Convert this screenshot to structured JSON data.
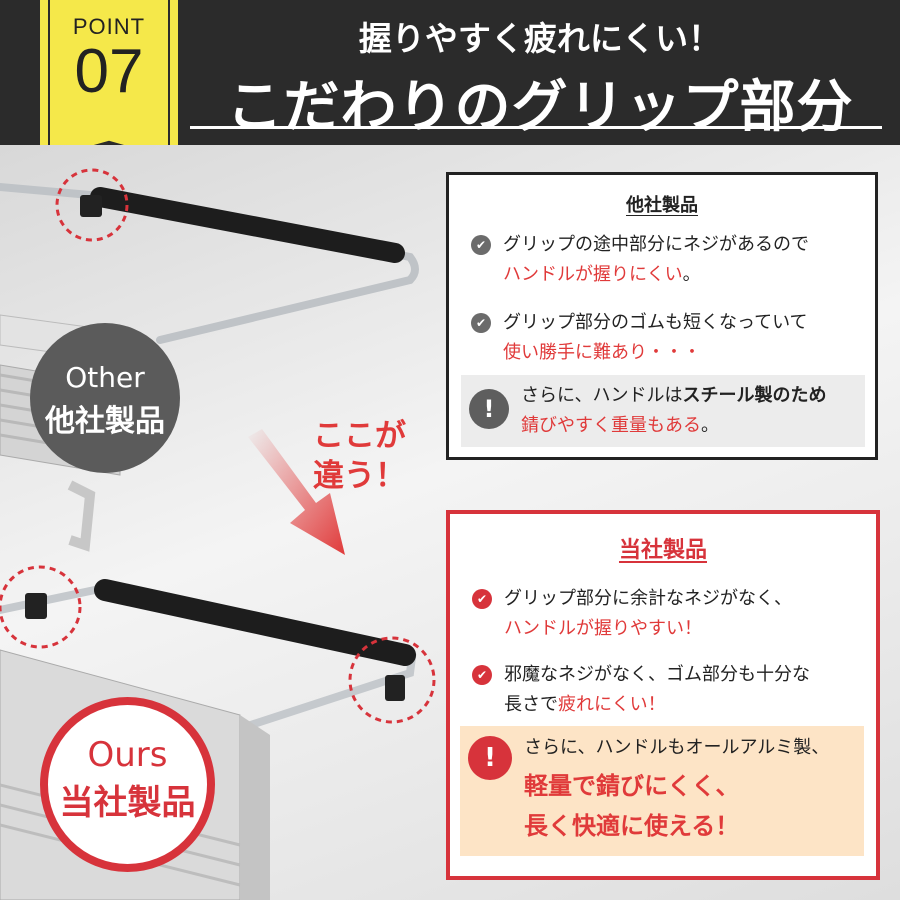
{
  "header": {
    "point_label": "POINT",
    "point_number": "07",
    "subtitle": "握りやすく疲れにくい！",
    "title": "こだわりのグリップ部分"
  },
  "badges": {
    "other_en": "Other",
    "other_jp": "他社製品",
    "ours_en": "Ours",
    "ours_jp": "当社製品",
    "difference": [
      "ここが",
      "違う！"
    ]
  },
  "other_box": {
    "title": "他社製品",
    "items": [
      {
        "line1": "グリップの途中部分にネジがあるので",
        "line2": "ハンドルが握りにくい",
        "line2_suffix": "。"
      },
      {
        "line1": "グリップ部分のゴムも短くなっていて",
        "line2": "使い勝手に難あり・・・",
        "line2_suffix": ""
      }
    ],
    "note": {
      "line1_a": "さらに、ハンドルは",
      "line1_b": "スチール製のため",
      "line2_a": "錆びやすく重量もある",
      "line2_b": "。"
    }
  },
  "ours_box": {
    "title": "当社製品",
    "items": [
      {
        "line1": "グリップ部分に余計なネジがなく、",
        "line2_a": "ハンドルが握りやすい！",
        "line2_b": ""
      },
      {
        "line1": "邪魔なネジがなく、ゴム部分も十分な",
        "line2_a": "長さで",
        "line2_b": "疲れにくい！"
      }
    ],
    "note": {
      "line1": "さらに、ハンドルもオールアルミ製、",
      "line2": "軽量で錆びにくく、",
      "line3": "長く快適に使える！"
    }
  },
  "colors": {
    "accent_red": "#d7333b",
    "ribbon_yellow": "#f5e84a",
    "dark": "#2b2b2b"
  },
  "icons": {
    "check": "check-circle-icon",
    "warning": "exclamation-circle-icon",
    "arrow": "arrow-down-right-icon"
  }
}
